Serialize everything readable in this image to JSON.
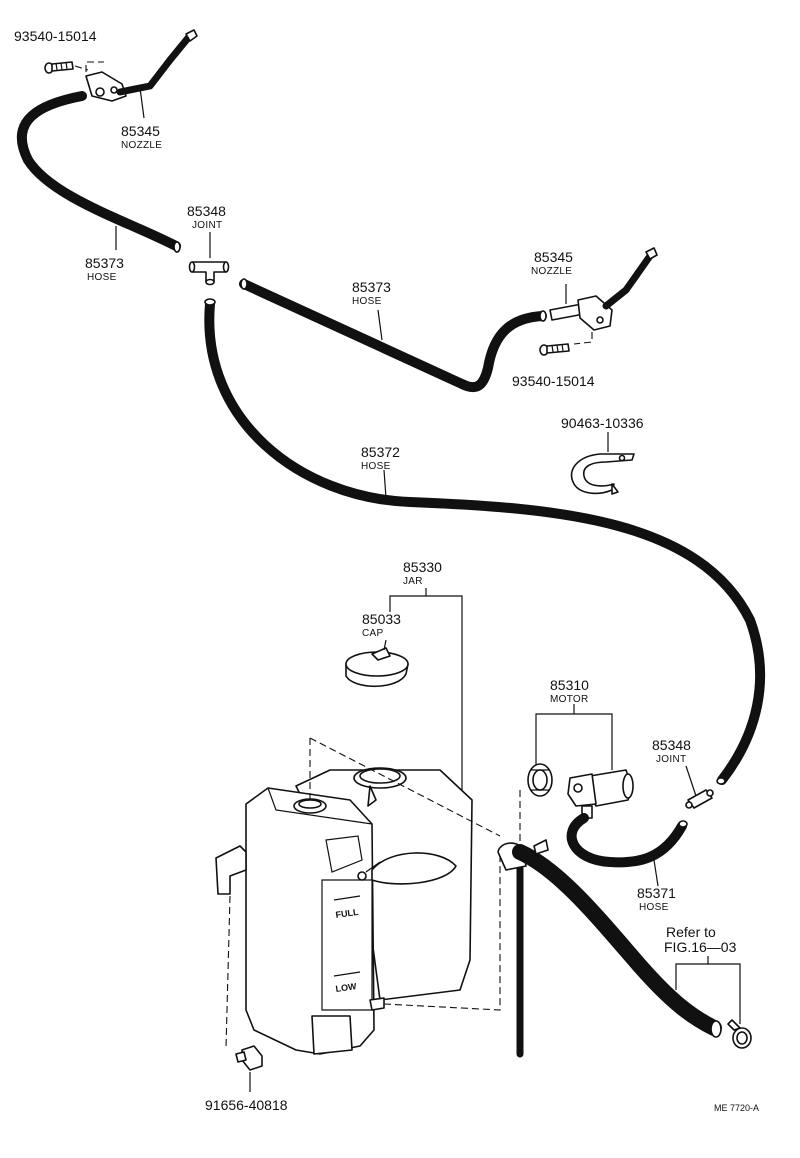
{
  "labels": {
    "bolt_top_left": {
      "number": "93540-15014"
    },
    "nozzle_left": {
      "number": "85345",
      "name": "NOZZLE"
    },
    "joint_top": {
      "number": "85348",
      "name": "JOINT"
    },
    "hose_left": {
      "number": "85373",
      "name": "HOSE"
    },
    "nozzle_right": {
      "number": "85345",
      "name": "NOZZLE"
    },
    "hose_middle": {
      "number": "85373",
      "name": "HOSE"
    },
    "bolt_right": {
      "number": "93540-15014"
    },
    "clamp": {
      "number": "90463-10336"
    },
    "hose_long": {
      "number": "85372",
      "name": "HOSE"
    },
    "jar": {
      "number": "85330",
      "name": "JAR"
    },
    "cap": {
      "number": "85033",
      "name": "CAP"
    },
    "motor": {
      "number": "85310",
      "name": "MOTOR"
    },
    "joint_bottom": {
      "number": "85348",
      "name": "JOINT"
    },
    "hose_bottom": {
      "number": "85371",
      "name": "HOSE"
    },
    "refer": {
      "line1": "Refer to",
      "line2": "FIG.16—03"
    },
    "bolt_bottom": {
      "number": "91656-40818"
    }
  },
  "tank_markings": {
    "full": "FULL",
    "low": "LOW"
  },
  "diagram_code": "ME 7720-A"
}
